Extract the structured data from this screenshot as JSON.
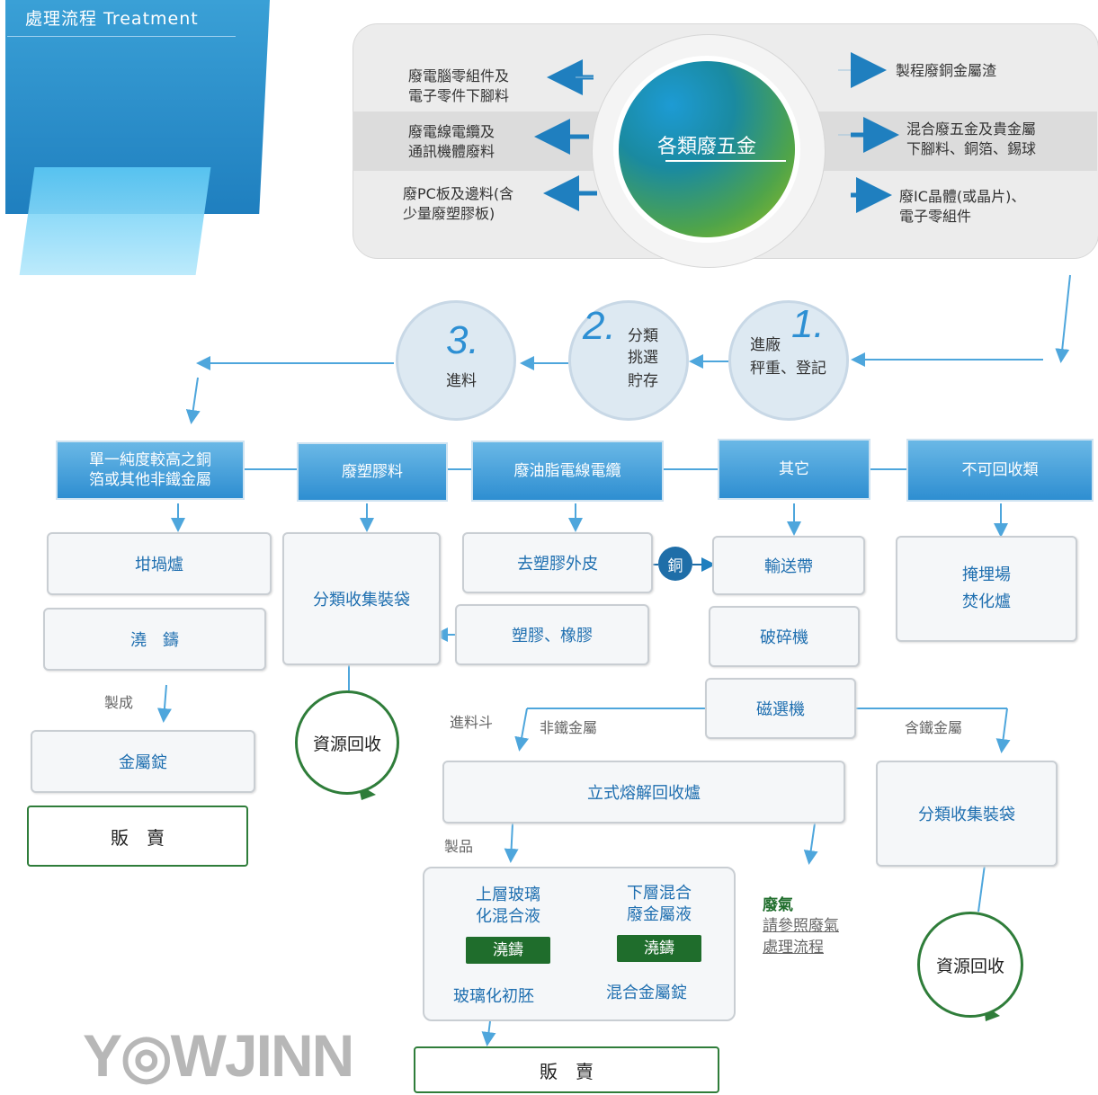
{
  "header": {
    "title": "處理流程 Treatment"
  },
  "sources": {
    "center": "各類廢五金",
    "left": [
      {
        "line1": "廢電腦零組件及",
        "line2": "電子零件下腳料"
      },
      {
        "line1": "廢電線電纜及",
        "line2": "通訊機體廢料"
      },
      {
        "line1": "廢PC板及邊料(含",
        "line2": "少量廢塑膠板)"
      }
    ],
    "right": [
      {
        "line1": "製程廢銅金屬渣",
        "line2": ""
      },
      {
        "line1": "混合廢五金及貴金屬",
        "line2": "下腳料、銅箔、錫球"
      },
      {
        "line1": "廢IC晶體(或晶片)、",
        "line2": "電子零組件"
      }
    ]
  },
  "steps": [
    {
      "num": "1.",
      "line1": "進廠",
      "line2": "秤重、登記"
    },
    {
      "num": "2.",
      "line1": "分類",
      "line2": "挑選",
      "line3": "貯存"
    },
    {
      "num": "3.",
      "line1": "進料"
    }
  ],
  "categories": {
    "c1": {
      "line1": "單一純度較高之銅",
      "line2": "箔或其他非鐵金屬"
    },
    "c2": "廢塑膠料",
    "c3": "廢油脂電線電纜",
    "c4": "其它",
    "c5": "不可回收類"
  },
  "col1": {
    "b1": "坩堝爐",
    "b2": "澆　鑄",
    "made": "製成",
    "b3": "金屬錠",
    "sell": "販　賣"
  },
  "col2": {
    "bag": "分類收集裝袋",
    "recycle": "資源回收"
  },
  "col3": {
    "b1": "去塑膠外皮",
    "copper": "銅",
    "b2": "塑膠、橡膠"
  },
  "col4": {
    "b1": "輸送帶",
    "b2": "破碎機",
    "b3": "磁選機",
    "hopper": "進料斗",
    "nonferrous": "非鐵金屬",
    "ferrous": "含鐵金屬"
  },
  "col5": {
    "b1": "掩埋場",
    "b2": "焚化爐"
  },
  "furnace": {
    "label": "立式熔解回收爐",
    "product": "製品"
  },
  "result": {
    "left_title1": "上層玻璃",
    "left_title2": "化混合液",
    "left_tag": "澆鑄",
    "left_out": "玻璃化初胚",
    "right_title1": "下層混合",
    "right_title2": "廢金屬液",
    "right_tag": "澆鑄",
    "right_out": "混合金屬錠",
    "sell": "販　賣"
  },
  "exhaust": {
    "title": "廢氣",
    "link1": "請參照廢氣",
    "link2": "處理流程"
  },
  "right_bag": {
    "bag": "分類收集裝袋",
    "recycle": "資源回收"
  },
  "logo": "Y◎WJINN",
  "colors": {
    "accent_blue": "#2e8ed1",
    "green": "#2f7d3a",
    "dark_green": "#1f6d2c"
  }
}
